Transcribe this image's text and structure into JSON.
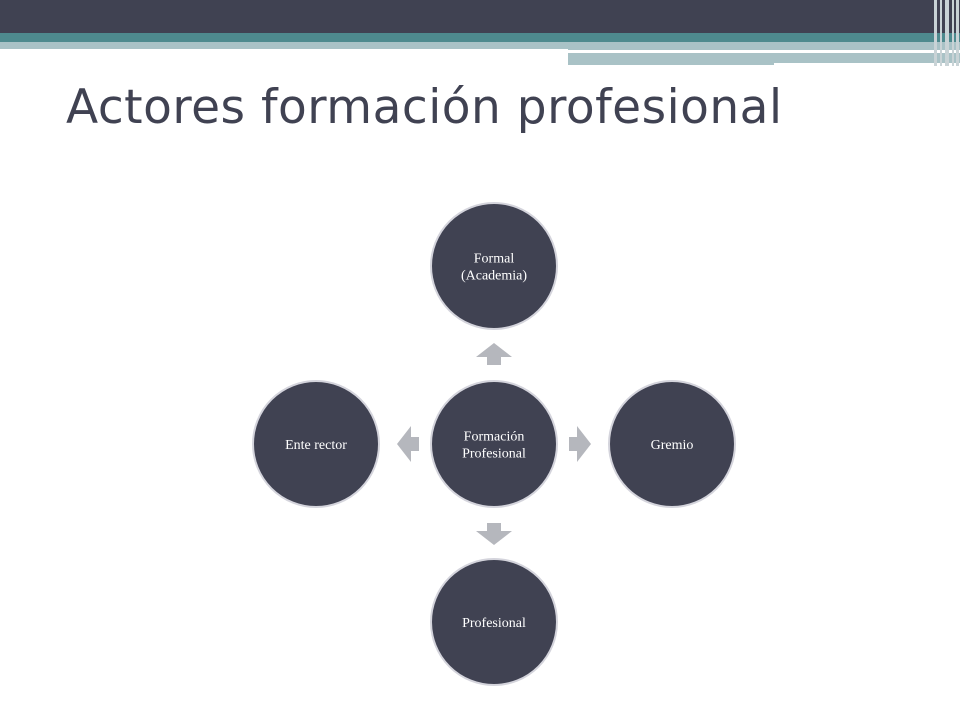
{
  "slide": {
    "title": "Actores formación profesional"
  },
  "colors": {
    "header_dark": "#404252",
    "header_teal": "#4e8a8e",
    "header_light": "#a9c2c6",
    "node_fill": "#404252",
    "node_border": "#d4d4dc",
    "arrow_fill": "#b5b7bd",
    "title_text": "#404252"
  },
  "diagram": {
    "type": "radial-cycle",
    "center": {
      "label_lines": [
        "Formación",
        "Profesional"
      ]
    },
    "satellites": [
      {
        "id": "top",
        "label_lines": [
          "Formal",
          "(Academia)"
        ],
        "arrow": "up"
      },
      {
        "id": "right",
        "label_lines": [
          "Gremio"
        ],
        "arrow": "right"
      },
      {
        "id": "bottom",
        "label_lines": [
          "Profesional"
        ],
        "arrow": "down"
      },
      {
        "id": "left",
        "label_lines": [
          "Ente rector"
        ],
        "arrow": "left"
      }
    ]
  }
}
